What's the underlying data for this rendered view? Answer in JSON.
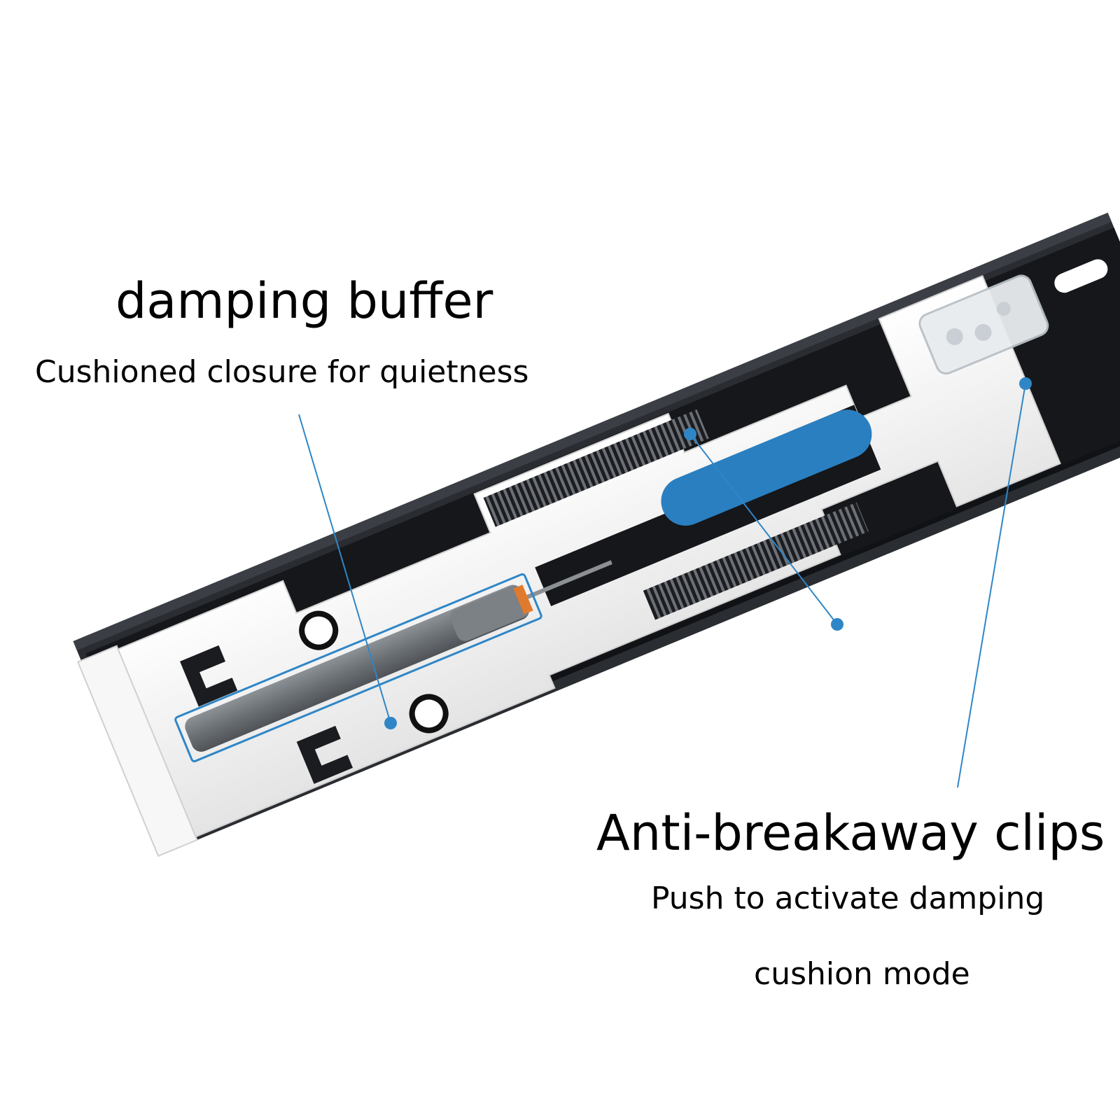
{
  "callouts": {
    "damping": {
      "title": "damping buffer",
      "description": "Cushioned closure for quietness"
    },
    "clips": {
      "title": "Anti-breakaway clips",
      "description_line1": "Push to activate damping",
      "description_line2": "cushion mode"
    }
  },
  "colors": {
    "rail": "#121418",
    "plastic": "#f2f2f2",
    "damper": "#6e7378",
    "highlight_blue": "#2a7fc0",
    "leader_line": "#2f86c6",
    "text": "#000000"
  },
  "icons": {
    "callout_marker": "blue-dot-marker"
  }
}
